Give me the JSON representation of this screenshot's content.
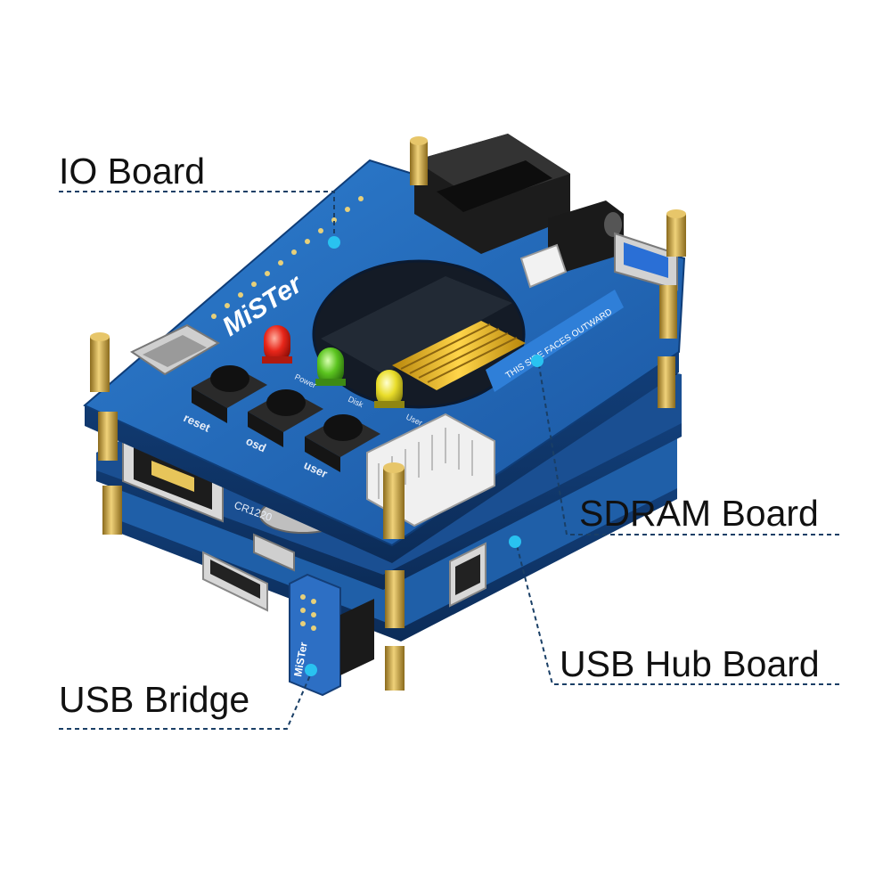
{
  "callouts": {
    "io_board": "IO Board",
    "sdram_board": "SDRAM Board",
    "usb_hub_board": "USB Hub Board",
    "usb_bridge": "USB Bridge"
  },
  "board_text": {
    "brand": "MiSTer",
    "edge_label": "THIS SIDE FACES OUTWARD",
    "button_reset": "reset",
    "button_osd": "osd",
    "button_user": "user",
    "led_power": "Power",
    "led_disk": "Disk",
    "led_user": "User",
    "rtc": "CR1220",
    "bridge_brand": "MiSTer"
  },
  "colors": {
    "pcb_blue": "#1f5fa8",
    "brass": "#c9a03e",
    "callout_line": "#1a3f66",
    "callout_dot": "#29c2f0"
  }
}
